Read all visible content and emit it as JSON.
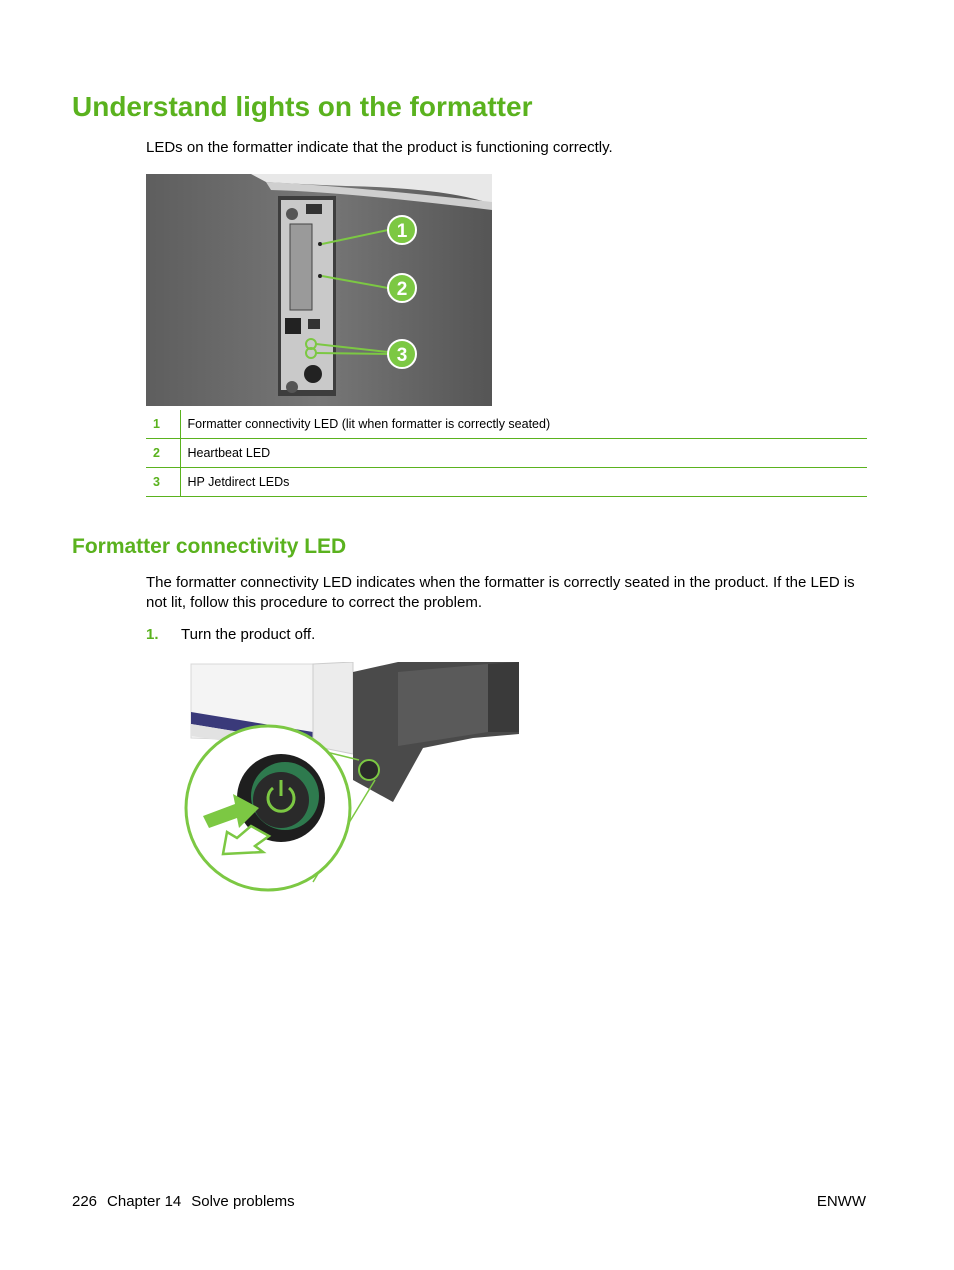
{
  "heading": "Understand lights on the formatter",
  "intro": "LEDs on the formatter indicate that the product is functioning correctly.",
  "figure1": {
    "callout_numbers": [
      "1",
      "2",
      "3"
    ]
  },
  "callouts": [
    {
      "num": "1",
      "text": "Formatter connectivity LED (lit when formatter is correctly seated)"
    },
    {
      "num": "2",
      "text": "Heartbeat LED"
    },
    {
      "num": "3",
      "text": "HP Jetdirect LEDs"
    }
  ],
  "section": {
    "title": "Formatter connectivity LED",
    "paragraph": "The formatter connectivity LED indicates when the formatter is correctly seated in the product. If the LED is not lit, follow this procedure to correct the problem.",
    "steps": [
      {
        "num": "1.",
        "text": "Turn the product off."
      }
    ]
  },
  "footer": {
    "page_number": "226",
    "chapter": "Chapter 14",
    "chapter_title": "Solve problems",
    "right": "ENWW"
  },
  "colors": {
    "accent_green": "#5ab21e",
    "photo_gray": "#6b6b6b"
  }
}
